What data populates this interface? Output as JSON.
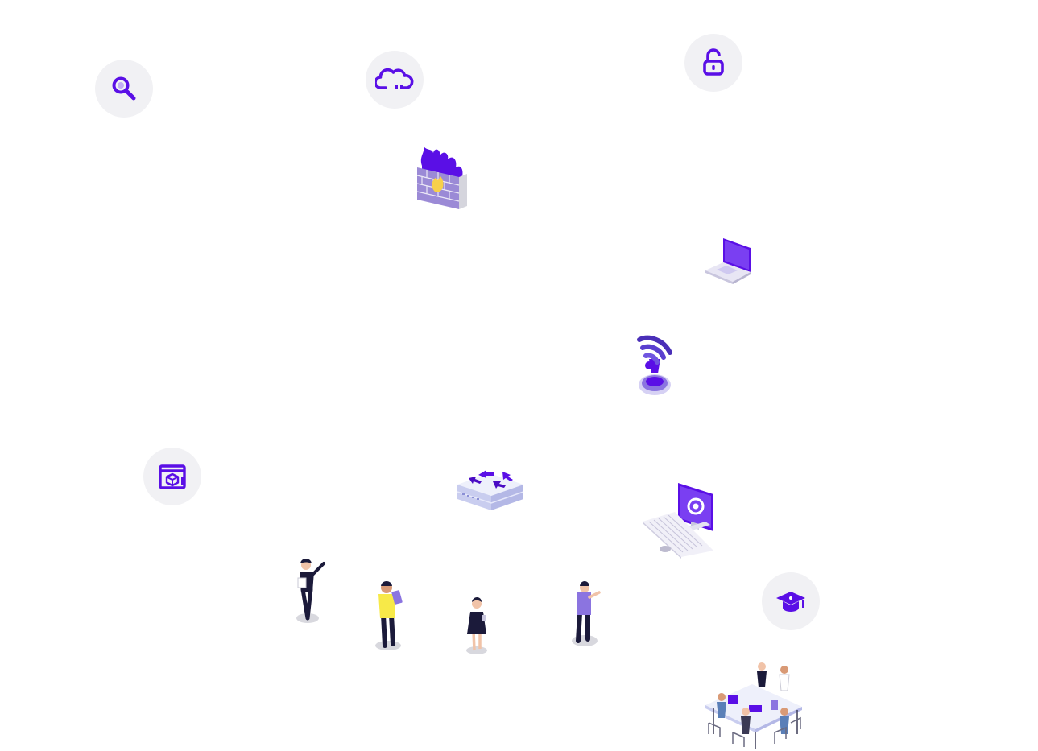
{
  "theme": {
    "accent": "#5a0fe6",
    "accent_light": "#8b5cf6",
    "circle_bg": "#f1f1f4",
    "bg": "#ffffff"
  },
  "icons": [
    {
      "name": "search-icon"
    },
    {
      "name": "cloud-icon"
    },
    {
      "name": "lock-icon"
    },
    {
      "name": "package-window-icon"
    },
    {
      "name": "graduation-cap-icon"
    }
  ],
  "illustrations": [
    {
      "name": "firewall-illustration"
    },
    {
      "name": "laptop-illustration"
    },
    {
      "name": "wifi-illustration"
    },
    {
      "name": "router-switch-illustration"
    },
    {
      "name": "desktop-computer-illustration"
    },
    {
      "name": "people-group-illustration"
    },
    {
      "name": "team-meeting-illustration"
    }
  ]
}
